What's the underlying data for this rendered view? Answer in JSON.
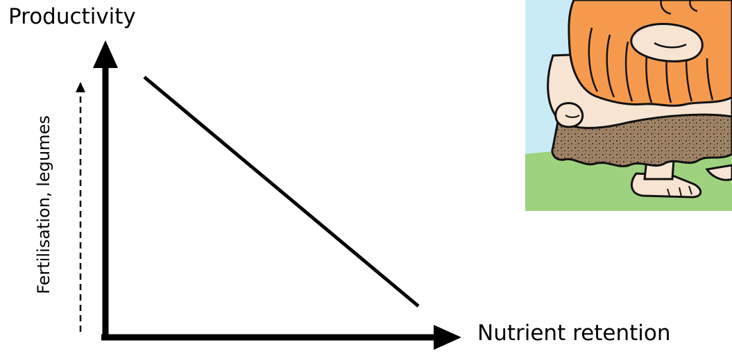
{
  "diagram": {
    "y_axis_label": "Productivity",
    "x_axis_label": "Nutrient retention",
    "side_arrow_label": "Fertilisation, legumes",
    "relationship": "negative-linear"
  },
  "image": {
    "icon": "caveman-cartoon",
    "colors": {
      "sky": "#c9ebf6",
      "grass": "#9fd27f",
      "beard": "#f59a4c",
      "skin": "#f7e4d3",
      "loincloth": "#a08468",
      "outline": "#111111"
    }
  },
  "colors": {
    "axis": "#000000",
    "text": "#000000",
    "background": "#ffffff"
  }
}
